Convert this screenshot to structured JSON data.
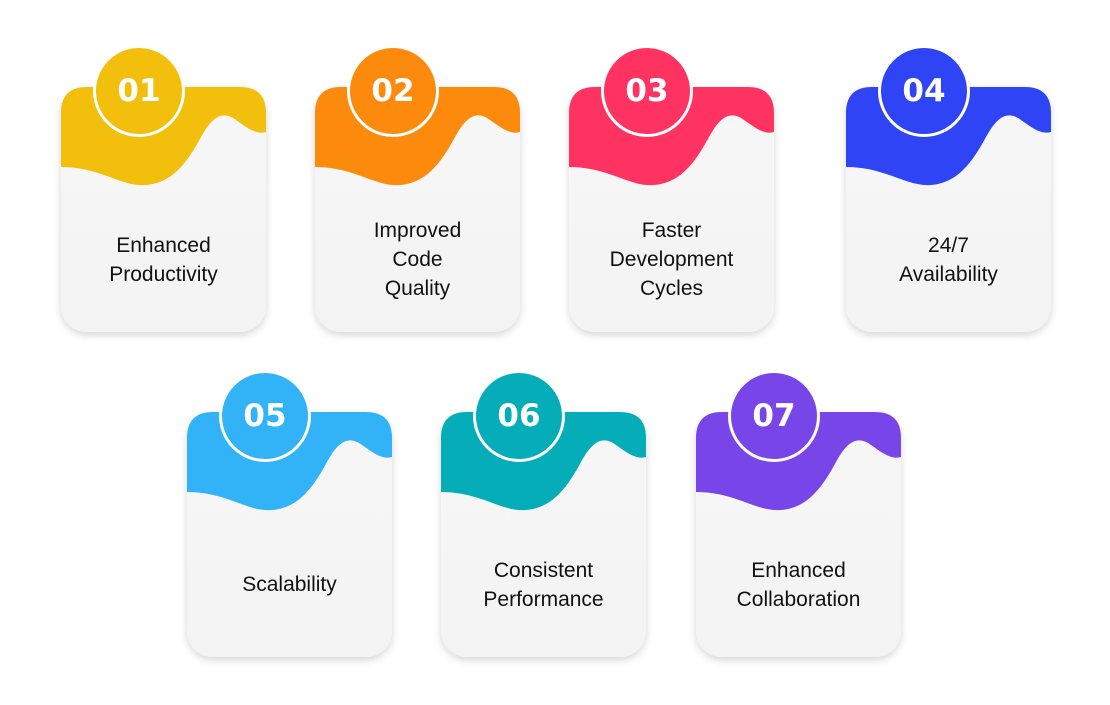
{
  "cards": [
    {
      "number": "01",
      "title": "Enhanced Productivity",
      "lines": [
        "Enhanced",
        "Productivity"
      ],
      "color": "#F2BF0D"
    },
    {
      "number": "02",
      "title": "Improved Code Quality",
      "lines": [
        "Improved",
        "Code",
        "Quality"
      ],
      "color": "#FC8A0D"
    },
    {
      "number": "03",
      "title": "Faster Development Cycles",
      "lines": [
        "Faster",
        "Development",
        "Cycles"
      ],
      "color": "#FF3361"
    },
    {
      "number": "04",
      "title": "24/7 Availability",
      "lines": [
        "24/7",
        "Availability"
      ],
      "color": "#2E44F5"
    },
    {
      "number": "05",
      "title": "Scalability",
      "lines": [
        "Scalability"
      ],
      "color": "#33B3F7"
    },
    {
      "number": "06",
      "title": "Consistent Performance",
      "lines": [
        "Consistent",
        "Performance"
      ],
      "color": "#05ADB8"
    },
    {
      "number": "07",
      "title": "Enhanced Collaboration",
      "lines": [
        "Enhanced",
        "Collaboration"
      ],
      "color": "#7845E8"
    }
  ]
}
